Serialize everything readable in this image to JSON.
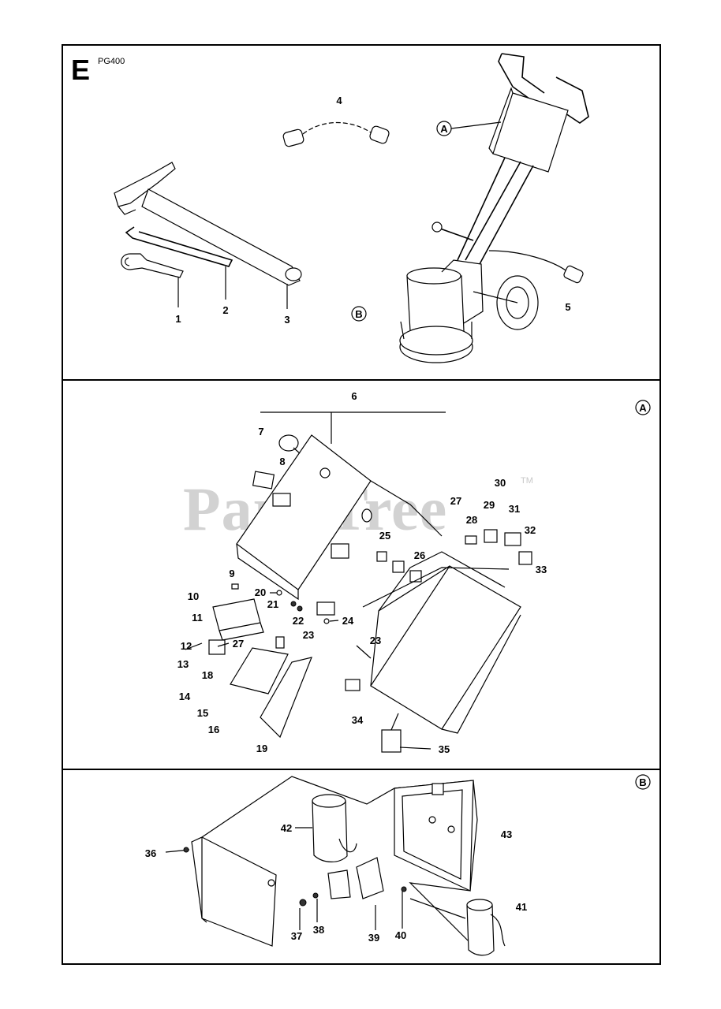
{
  "page": {
    "section_letter": "E",
    "model": "PG400",
    "watermark": "PartsTree",
    "trademark": "TM"
  },
  "callouts": {
    "a": "A",
    "b": "B"
  },
  "panel1_labels": [
    "1",
    "2",
    "3",
    "4",
    "5"
  ],
  "panel2_labels": [
    "6",
    "7",
    "8",
    "9",
    "10",
    "11",
    "12",
    "13",
    "14",
    "15",
    "16",
    "18",
    "19",
    "20",
    "21",
    "22",
    "23",
    "24",
    "25",
    "26",
    "27",
    "28",
    "29",
    "30",
    "31",
    "32",
    "33",
    "23",
    "27",
    "34",
    "35"
  ],
  "panel3_labels": [
    "36",
    "37",
    "38",
    "39",
    "40",
    "41",
    "42",
    "43"
  ]
}
